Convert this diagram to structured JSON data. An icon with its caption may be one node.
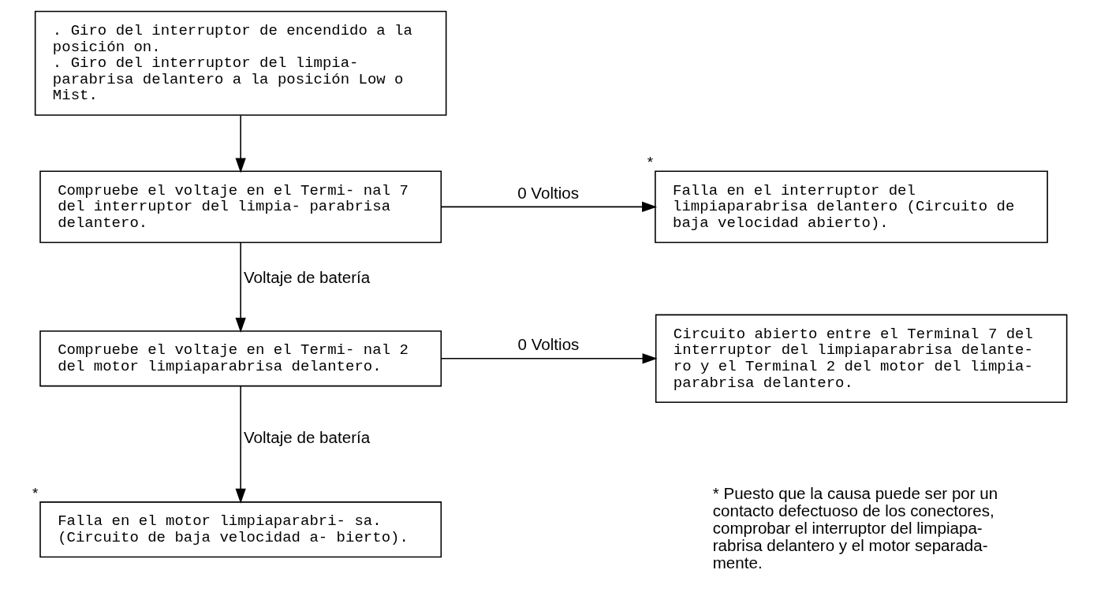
{
  "diagram": {
    "nodes": [
      {
        "text": [
          ". Giro del interruptor de encendido a la posición on.",
          ". Giro del interruptor del limpia- parabrisa delantero a la posición Low o Mist."
        ]
      },
      {
        "text": [
          "Compruebe el voltaje en el Termi- nal 7 del interruptor del limpia- parabrisa delantero."
        ]
      },
      {
        "text": [
          "Falla en el interruptor del limpiaparabrisa delantero (Circuito de baja velocidad abierto)."
        ],
        "beside": [
          "*"
        ]
      },
      {
        "text": [
          "Compruebe el voltaje en el Termi- nal 2 del motor limpiaparabrisa delantero."
        ]
      },
      {
        "text": [
          "Circuito abierto entre el Terminal 7 del interruptor del limpiaparabrisa delante- ro y el Terminal 2 del motor del limpia- parabrisa delantero."
        ]
      },
      {
        "text": [
          "Falla en el motor limpiaparabri- sa.",
          "(Circuito de baja velocidad a- bierto)."
        ],
        "beside": [
          "*"
        ]
      }
    ],
    "edges": [
      {
        "from": 0,
        "to": 1,
        "arrow": "to"
      },
      {
        "from": 1,
        "to": 2,
        "arrow": "to",
        "label": "0 Voltios"
      },
      {
        "from": 1,
        "to": 3,
        "arrow": "to",
        "label": "Voltaje de batería"
      },
      {
        "from": 3,
        "to": 4,
        "arrow": "to",
        "label": "0 Voltios"
      },
      {
        "from": 3,
        "to": 5,
        "arrow": "to",
        "label": "Voltaje de batería"
      }
    ],
    "labels": [
      "* Puesto que la causa puede ser por un contacto defectuoso de los conectores, comprobar el interruptor del limpiapa- rabrisa delantero y el motor separada- mente."
    ]
  }
}
